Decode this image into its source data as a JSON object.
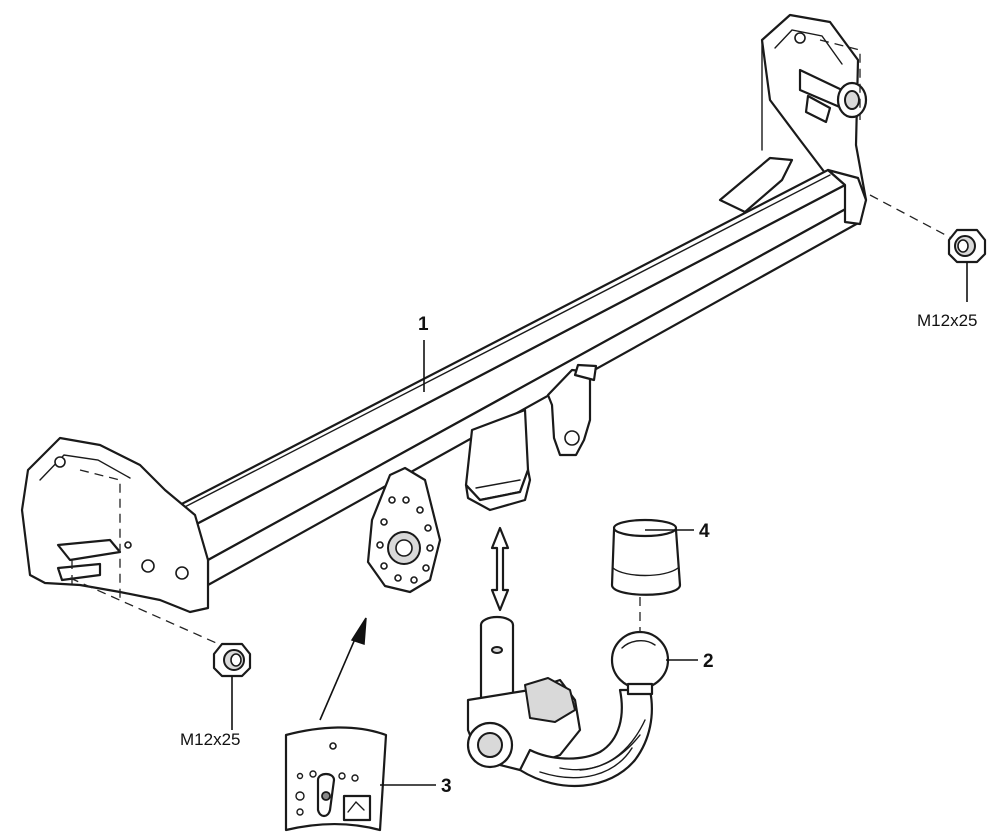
{
  "callouts": {
    "part1": "1",
    "part2": "2",
    "part3": "3",
    "part4": "4"
  },
  "fasteners": {
    "left_nut": "M12x25",
    "right_nut": "M12x25"
  },
  "icons": {
    "nut": "hex-nut-icon",
    "arrow_up": "arrow-up-icon",
    "arrow_double": "double-arrow-icon"
  }
}
